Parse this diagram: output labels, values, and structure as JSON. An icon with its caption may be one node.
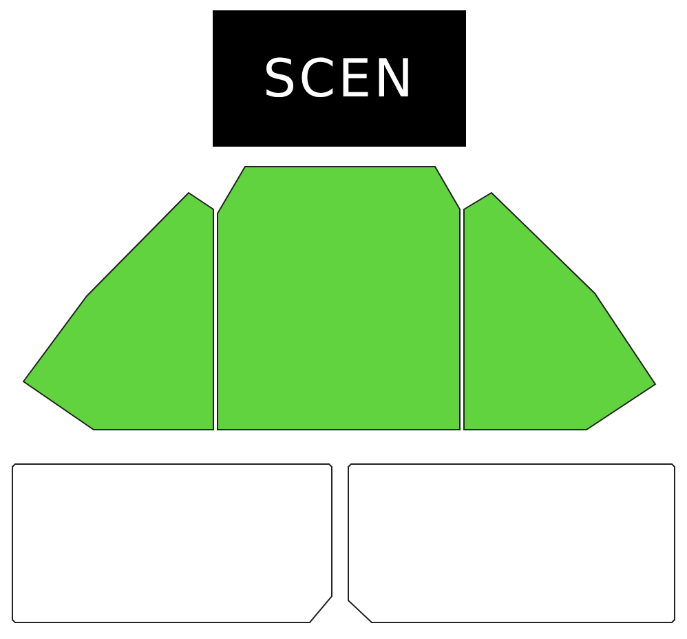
{
  "diagram": {
    "nodes": [
      {
        "text": [
          "SCEN"
        ]
      },
      {
        "text": [],
        "shape": "box"
      },
      {
        "text": [],
        "shape": "box"
      },
      {
        "text": [],
        "shape": "box"
      },
      {
        "text": [],
        "shape": "box"
      },
      {
        "text": [],
        "shape": "box"
      }
    ]
  }
}
